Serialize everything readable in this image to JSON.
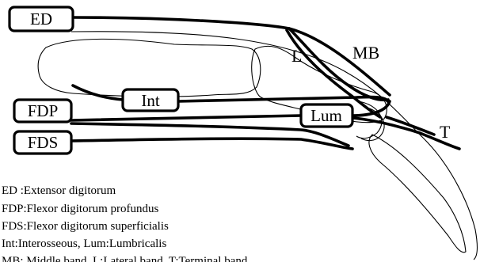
{
  "boxes": {
    "ed": "ED",
    "fdp": "FDP",
    "fds": "FDS",
    "int": "Int",
    "lum": "Lum"
  },
  "labels": {
    "l": "L",
    "mb": "MB",
    "t": "T"
  },
  "legend": [
    "ED :Extensor digitorum",
    "FDP:Flexor digitorum profundus",
    "FDS:Flexor digitorum superficialis",
    "Int:Interosseous,   Lum:Lumbricalis",
    "MB: Middle band, L:Lateral band, T:Terminal band"
  ]
}
